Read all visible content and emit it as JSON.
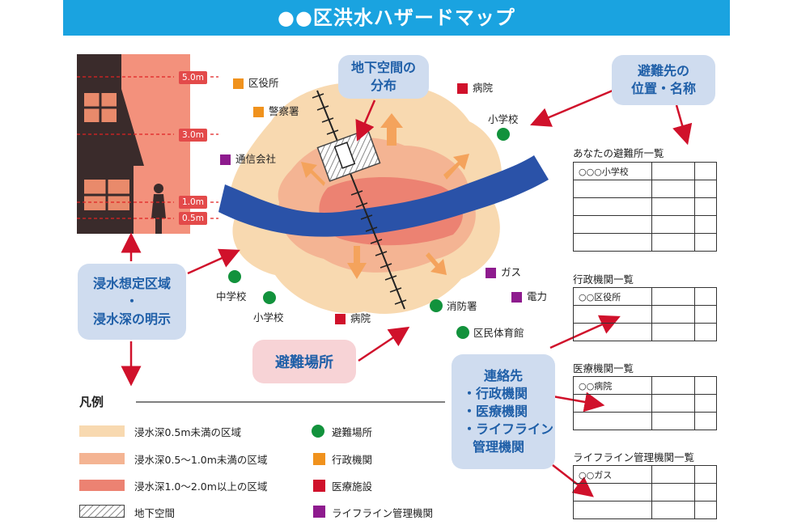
{
  "title": "●●区洪水ハザードマップ",
  "depth_labels": [
    "5.0m",
    "3.0m",
    "1.0m",
    "0.5m"
  ],
  "callouts": {
    "underground": [
      "地下空間の",
      "分布"
    ],
    "shelter_info": [
      "避難先の",
      "位置・名称"
    ],
    "flood_area": [
      "浸水想定区域",
      "・",
      "浸水深の明示"
    ],
    "evac_site": "避難場所",
    "contacts": [
      "連絡先",
      "・行政機関",
      "・医療機関",
      "・ライフライン",
      "管理機関"
    ]
  },
  "map_labels": {
    "ward_office": "区役所",
    "police": "警察署",
    "telecom": "通信会社",
    "hospital_top": "病院",
    "elementary_top": "小学校",
    "junior_high": "中学校",
    "elementary_bottom": "小学校",
    "hospital_bottom": "病院",
    "fire_station": "消防署",
    "gym": "区民体育館",
    "gas": "ガス",
    "power": "電力"
  },
  "tables": {
    "shelters": {
      "title": "あなたの避難所一覧",
      "first_cell": "○○○小学校"
    },
    "admin": {
      "title": "行政機関一覧",
      "first_cell": "○○区役所"
    },
    "medical": {
      "title": "医療機関一覧",
      "first_cell": "○○病院"
    },
    "lifeline": {
      "title": "ライフライン管理機関一覧",
      "first_cell": "○○ガス"
    }
  },
  "legend": {
    "heading": "凡例",
    "items": [
      "浸水深0.5m未満の区域",
      "浸水深0.5〜1.0m未満の区域",
      "浸水深1.0〜2.0m以上の区域",
      "地下空間",
      "避難場所",
      "行政機関",
      "医療施設",
      "ライフライン管理機関"
    ]
  },
  "colors": {
    "title_bar": "#1aa3e0",
    "flood_low": "#f8d9b0",
    "flood_mid": "#f4b493",
    "flood_high": "#ec8272",
    "river": "#2a52a8",
    "admin": "#f0921d",
    "medical": "#d0112b",
    "lifeline": "#8e1b8e",
    "shelter": "#12923c",
    "arrow": "#d0112b",
    "callout_blue": "#cfdcef",
    "callout_pink": "#f7d3d6"
  }
}
